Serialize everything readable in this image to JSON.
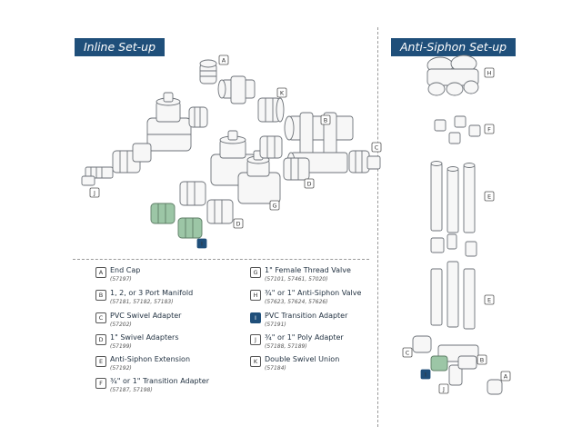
{
  "headers": {
    "inline": "Inline Set-up",
    "antisiphon": "Anti-Siphon Set-up"
  },
  "colors": {
    "header_bg": "#1f4f7a",
    "part_stroke": "#6d7278",
    "part_fill": "#f7f7f7",
    "transition_adapter": "#9cc6a6"
  },
  "legend": [
    {
      "letter": "A",
      "name": "End Cap",
      "numbers": "(57197)",
      "highlight": false
    },
    {
      "letter": "B",
      "name": "1, 2, or 3 Port Manifold",
      "numbers": "(57181, 57182, 57183)",
      "highlight": false
    },
    {
      "letter": "C",
      "name": "PVC Swivel Adapter",
      "numbers": "(57202)",
      "highlight": false
    },
    {
      "letter": "D",
      "name": "1\" Swivel Adapters",
      "numbers": "(57199)",
      "highlight": false
    },
    {
      "letter": "E",
      "name": "Anti-Siphon Extension",
      "numbers": "(57192)",
      "highlight": false
    },
    {
      "letter": "F",
      "name": "¾\" or 1\" Transition Adapter",
      "numbers": "(57187, 57198)",
      "highlight": false
    },
    {
      "letter": "G",
      "name": "1\" Female Thread Valve",
      "numbers": "(57101, 57461, 57020)",
      "highlight": false
    },
    {
      "letter": "H",
      "name": "¾\" or 1\" Anti-Siphon Valve",
      "numbers": "(57623, 57624, 57626)",
      "highlight": false
    },
    {
      "letter": "I",
      "name": "PVC Transition Adapter",
      "numbers": "(57191)",
      "highlight": true
    },
    {
      "letter": "J",
      "name": "¾\" or 1\" Poly Adapter",
      "numbers": "(57188, 57189)",
      "highlight": false
    },
    {
      "letter": "K",
      "name": "Double Swivel Union",
      "numbers": "(57184)",
      "highlight": false
    }
  ],
  "callouts": {
    "inline": [
      "A",
      "K",
      "B",
      "C",
      "D",
      "G",
      "D",
      "J",
      "I"
    ],
    "antisiphon": [
      "H",
      "F",
      "E",
      "E",
      "C",
      "B",
      "I",
      "J",
      "A"
    ]
  }
}
